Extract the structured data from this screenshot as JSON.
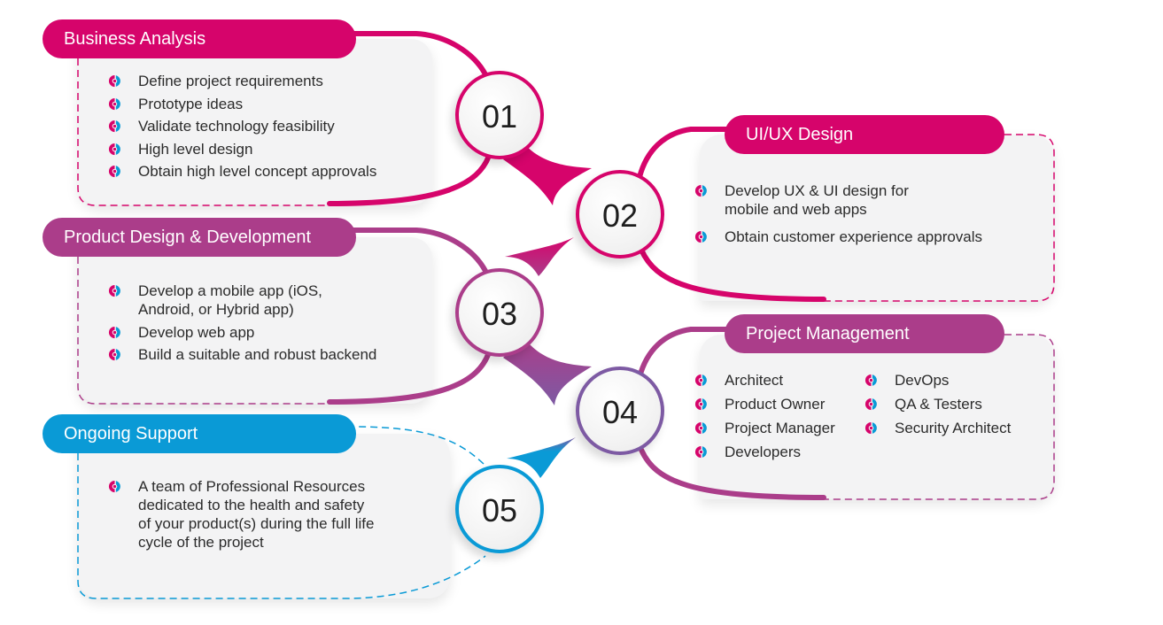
{
  "colors": {
    "magenta": "#d6046b",
    "purple": "#ab3d8a",
    "violet": "#7d5aa3",
    "blue": "#0a9ad6",
    "card_bg": "#f3f3f4",
    "text": "#2b2b2b"
  },
  "bullet_icon": "half-circle-target-icon",
  "steps": [
    {
      "number": "01",
      "title": "Business Analysis",
      "color": "#d6046b",
      "items": [
        "Define project requirements",
        "Prototype ideas",
        "Validate technology feasibility",
        "High level design",
        "Obtain high level concept approvals"
      ]
    },
    {
      "number": "02",
      "title": "UI/UX Design",
      "color": "#d6046b",
      "items": [
        "Develop UX & UI design for\nmobile and web apps",
        "Obtain customer experience approvals"
      ]
    },
    {
      "number": "03",
      "title": "Product Design & Development",
      "color": "#ab3d8a",
      "items": [
        "Develop a mobile app (iOS,\nAndroid, or Hybrid app)",
        "Develop web app",
        "Build a suitable and robust backend"
      ]
    },
    {
      "number": "04",
      "title": "Project Management",
      "color": "#ab3d8a",
      "items_col1": [
        "Architect",
        "Product Owner",
        "Project Manager",
        "Developers"
      ],
      "items_col2": [
        "DevOps",
        "QA & Testers",
        "Security Architect"
      ]
    },
    {
      "number": "05",
      "title": "Ongoing Support",
      "color": "#0a9ad6",
      "items": [
        "A team of Professional Resources\ndedicated to the health and safety\nof your product(s) during the full life\ncycle of the project"
      ]
    }
  ]
}
